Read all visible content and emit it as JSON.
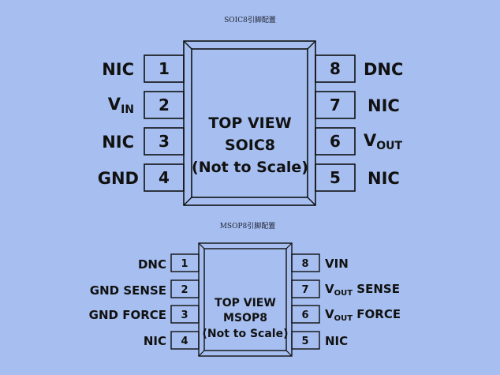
{
  "soic": {
    "caption": "SOIC8引脚配置",
    "center": [
      "TOP VIEW",
      "SOIC8",
      "(Not to Scale)"
    ],
    "left_pins": [
      {
        "num": "1",
        "label": "NIC",
        "sub": ""
      },
      {
        "num": "2",
        "label": "V",
        "sub": "IN"
      },
      {
        "num": "3",
        "label": "NIC",
        "sub": ""
      },
      {
        "num": "4",
        "label": "GND",
        "sub": ""
      }
    ],
    "right_pins": [
      {
        "num": "8",
        "label": "DNC",
        "sub": "",
        "tail": ""
      },
      {
        "num": "7",
        "label": "NIC",
        "sub": "",
        "tail": ""
      },
      {
        "num": "6",
        "label": "V",
        "sub": "OUT",
        "tail": ""
      },
      {
        "num": "5",
        "label": "NIC",
        "sub": "",
        "tail": ""
      }
    ]
  },
  "msop": {
    "caption": "MSOP8引脚配置",
    "center": [
      "TOP VIEW",
      "MSOP8",
      "(Not to Scale)"
    ],
    "left_pins": [
      {
        "num": "1",
        "label": "DNC",
        "sub": ""
      },
      {
        "num": "2",
        "label": "GND SENSE",
        "sub": ""
      },
      {
        "num": "3",
        "label": "GND FORCE",
        "sub": ""
      },
      {
        "num": "4",
        "label": "NIC",
        "sub": ""
      }
    ],
    "right_pins": [
      {
        "num": "8",
        "label": "VIN",
        "sub": "",
        "tail": ""
      },
      {
        "num": "7",
        "label": "V",
        "sub": "OUT",
        "tail": " SENSE"
      },
      {
        "num": "6",
        "label": "V",
        "sub": "OUT",
        "tail": " FORCE"
      },
      {
        "num": "5",
        "label": "NIC",
        "sub": "",
        "tail": ""
      }
    ]
  },
  "colors": {
    "background": "#a6bff0",
    "chip_body": "#a6bff0",
    "outline": "#111111"
  }
}
